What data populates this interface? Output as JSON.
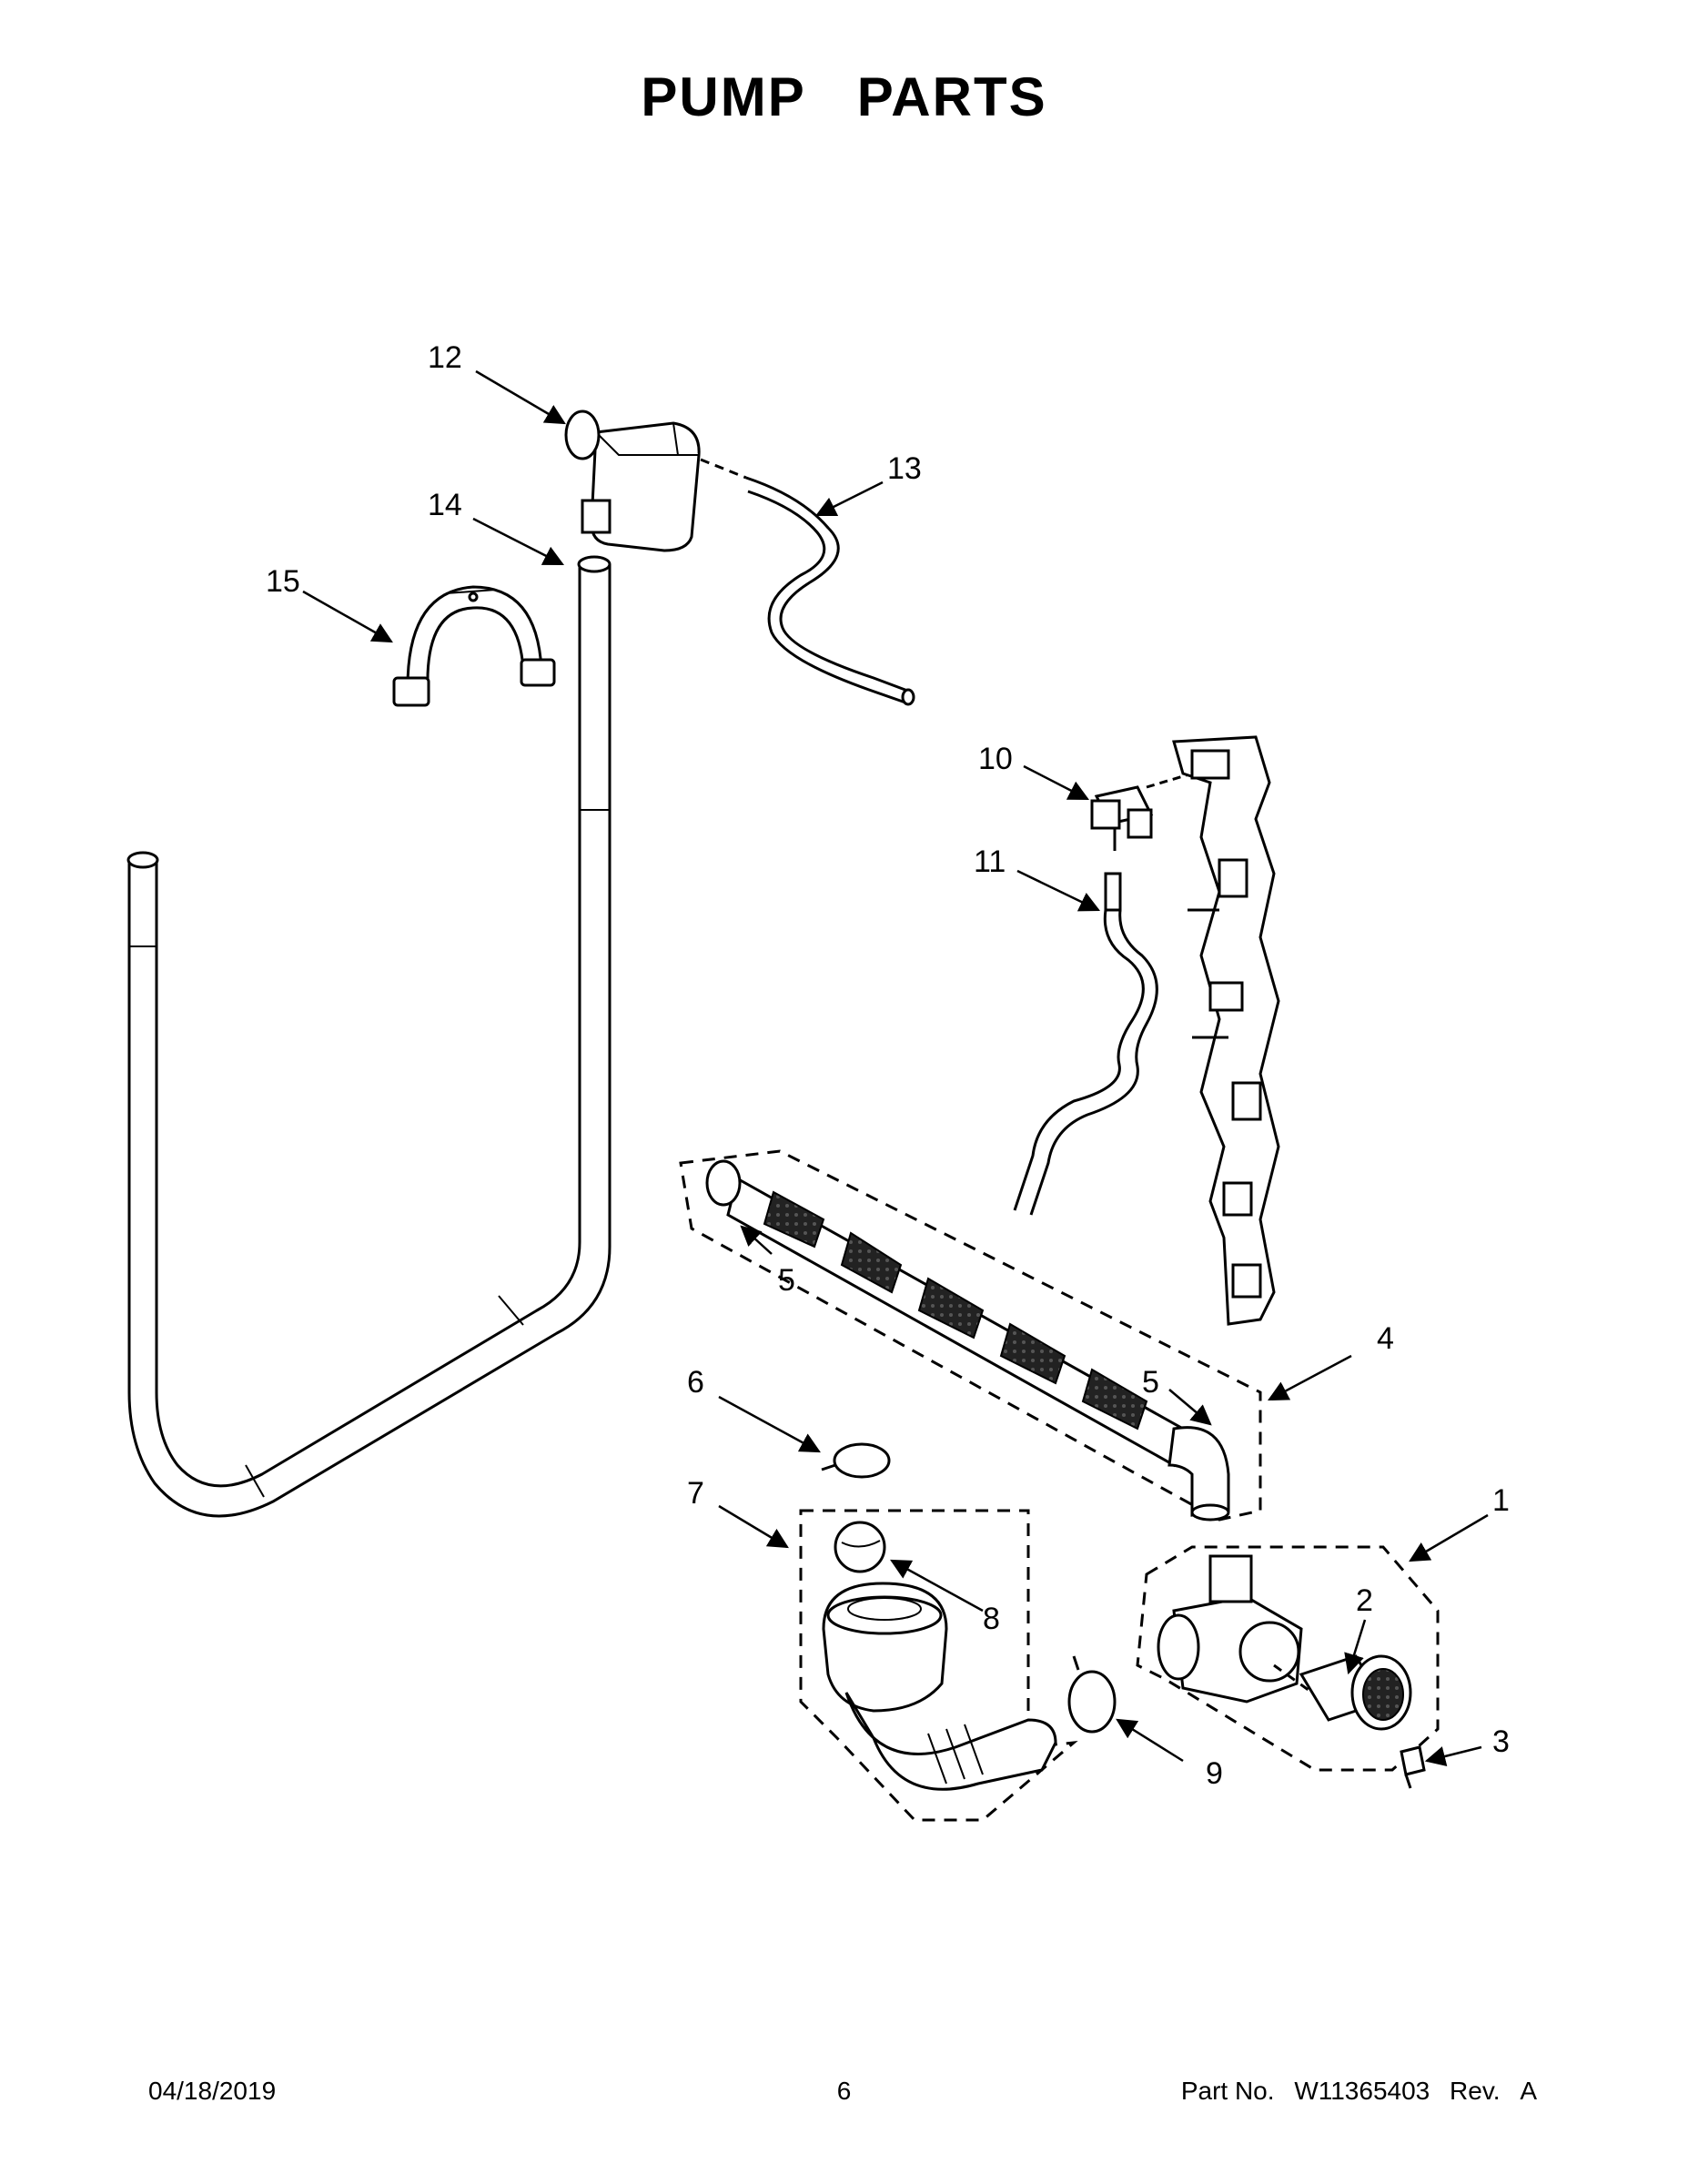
{
  "title": [
    "PUMP",
    "PARTS"
  ],
  "callouts": {
    "c1": "1",
    "c2": "2",
    "c3": "3",
    "c4": "4",
    "c5a": "5",
    "c5b": "5",
    "c6": "6",
    "c7": "7",
    "c8": "8",
    "c9": "9",
    "c10": "10",
    "c11": "11",
    "c12": "12",
    "c13": "13",
    "c14": "14",
    "c15": "15"
  },
  "footer": {
    "date": "04/18/2019",
    "page": "6",
    "part_label": "Part No.",
    "part_number": "W11365403",
    "rev_label": "Rev.",
    "rev": "A"
  }
}
